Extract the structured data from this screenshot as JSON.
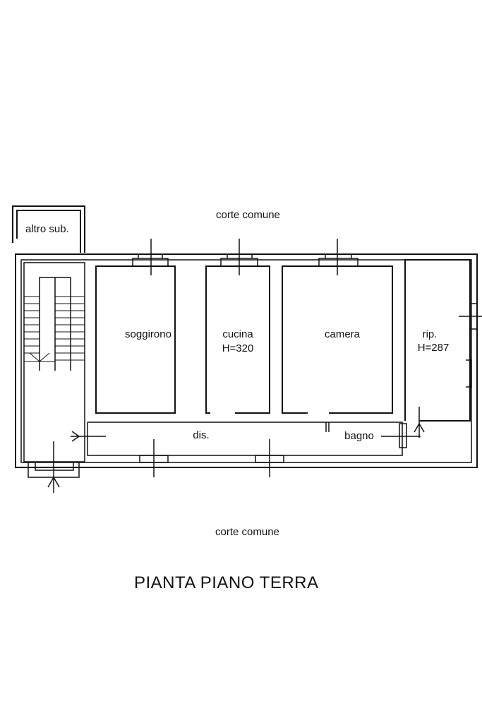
{
  "plan": {
    "title": "PIANTA PIANO TERRA",
    "court_top": "corte comune",
    "court_bottom": "corte comune",
    "other_unit": "altro sub.",
    "rooms": {
      "soggiorno": "soggirono",
      "cucina": "cucina",
      "cucina_height": "H=320",
      "camera": "camera",
      "ripostiglio": "rip.",
      "ripostiglio_height": "H=287",
      "disimpegno": "dis.",
      "bagno": "bagno"
    }
  }
}
